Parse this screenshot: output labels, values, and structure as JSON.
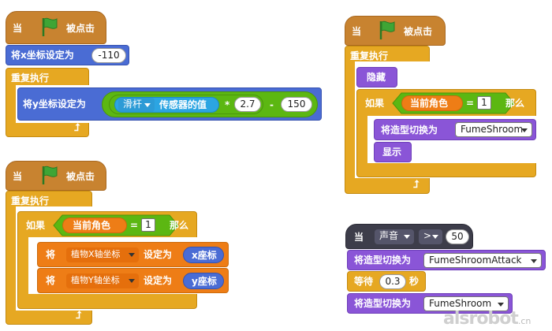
{
  "script1": {
    "hat_when": "当",
    "hat_clicked": "被点击",
    "set_x_label": "将x坐标设定为",
    "set_x_value": "-110",
    "forever_label": "重复执行",
    "set_y_label": "将y坐标设定为",
    "sensor_dropdown": "滑杆",
    "sensor_label": "传感器的值",
    "op_multiply": "*",
    "multiplier": "2.7",
    "op_minus": "-",
    "subtrahend": "150"
  },
  "script2": {
    "hat_when": "当",
    "hat_clicked": "被点击",
    "forever_label": "重复执行",
    "if_label": "如果",
    "costume_reporter": "当前角色",
    "equals": "=",
    "compare_value": "1",
    "then_label": "那么",
    "set_label_1": "将",
    "var_1": "植物X轴坐标",
    "set_to_1": "设定为",
    "reporter_1": "x座标",
    "set_label_2": "将",
    "var_2": "植物Y轴坐标",
    "set_to_2": "设定为",
    "reporter_2": "y座标"
  },
  "script3": {
    "hat_when": "当",
    "hat_clicked": "被点击",
    "forever_label": "重复执行",
    "hide_label": "隐藏",
    "if_label": "如果",
    "costume_reporter": "当前角色",
    "equals": "=",
    "compare_value": "1",
    "then_label": "那么",
    "switch_label": "将造型切换为",
    "costume": "FumeShroom",
    "show_label": "显示"
  },
  "script4": {
    "hat_when": "当",
    "sensor_dropdown": "声音",
    "op": ">",
    "threshold": "50",
    "switch_label_1": "将造型切换为",
    "costume_1": "FumeShroomAttack",
    "wait_label": "等待",
    "wait_value": "0.3",
    "wait_unit": "秒",
    "switch_label_2": "将造型切换为",
    "costume_2": "FumeShroom"
  },
  "watermark": {
    "brand": "alsrobot",
    "suffix": ".cn"
  },
  "colors": {
    "events": "#c88330",
    "control": "#e6a822",
    "motion": "#4a6cd4",
    "sensing": "#2ca5e2",
    "operators": "#5cb712",
    "looks": "#8a55d7",
    "variables": "#ee7d16",
    "flag": "#3fa535"
  }
}
